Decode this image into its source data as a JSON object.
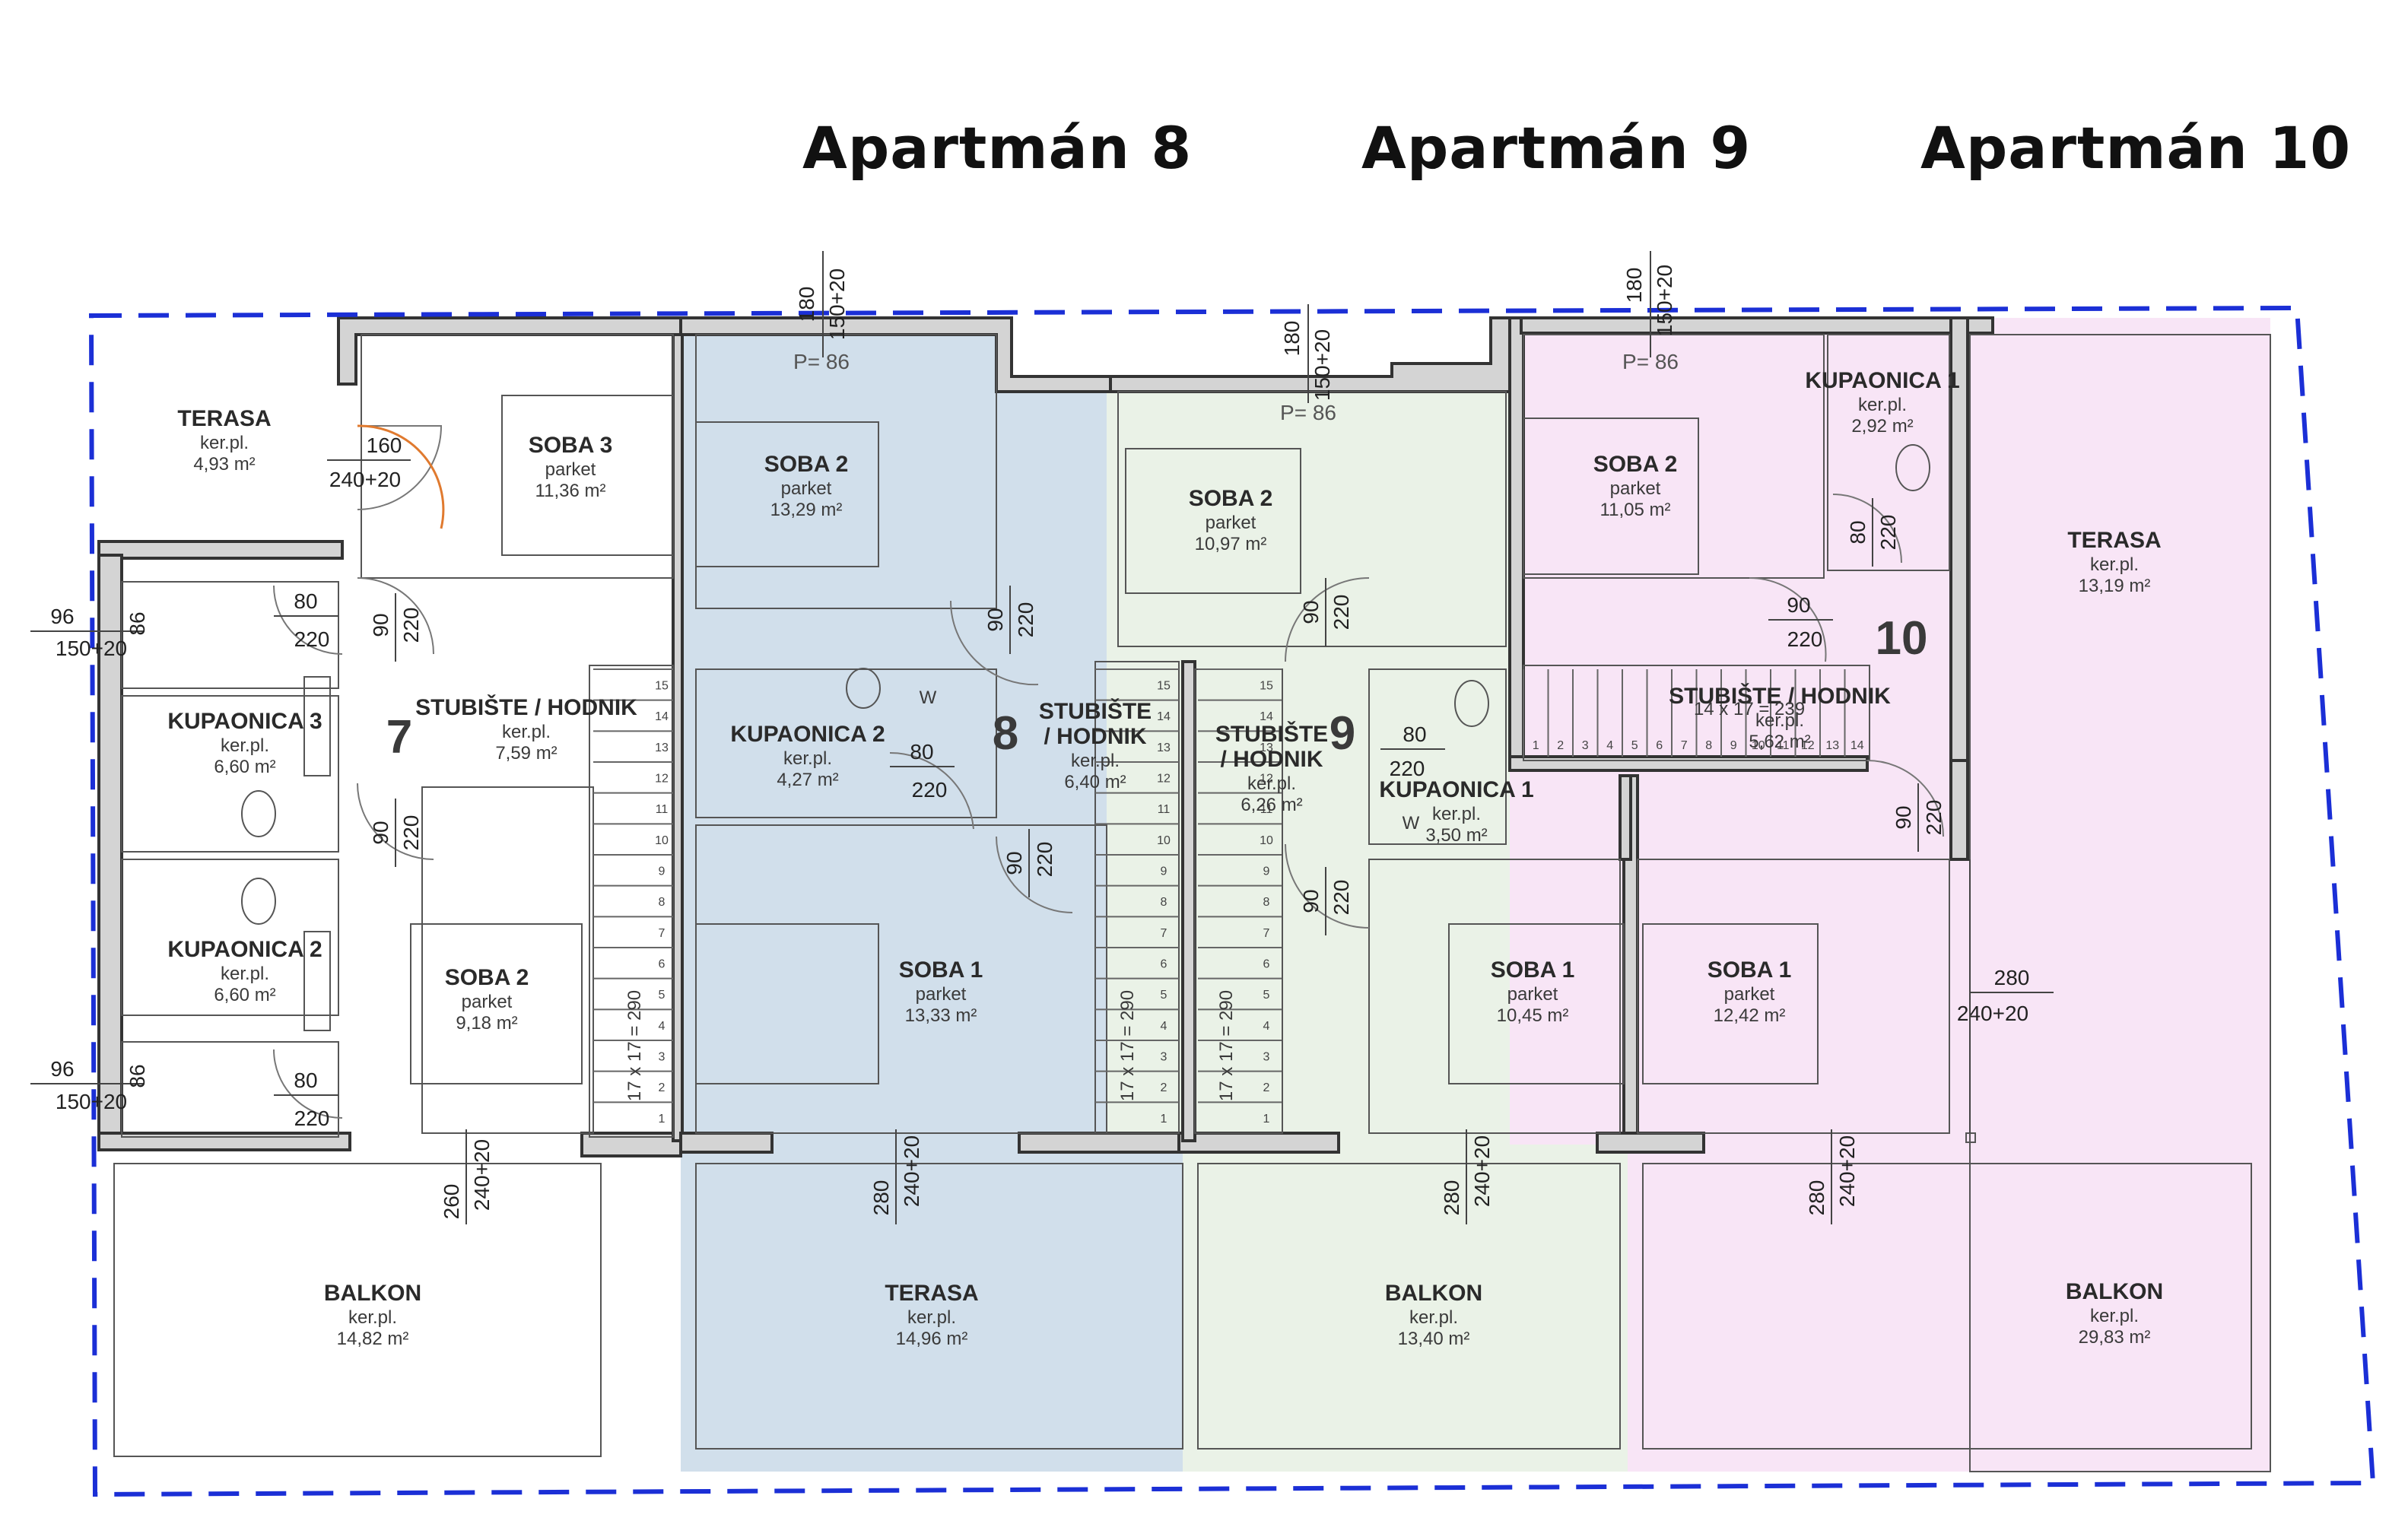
{
  "titles": {
    "apt8": "Apartmán 8",
    "apt9": "Apartmán 9",
    "apt10": "Apartmán 10"
  },
  "colors": {
    "boundary": "#1b2fd6",
    "apt8_fill": "#c9d9e8",
    "apt9_fill": "#e6f0e3",
    "apt10_fill": "#f6dcf3",
    "door_arc_highlight": "#e07a2f"
  },
  "unit_numbers": {
    "u7": "7",
    "u8": "8",
    "u9": "9",
    "u10": "10"
  },
  "rooms": {
    "a7_terasa": {
      "name": "TERASA",
      "floor": "ker.pl.",
      "area": "4,93 m²"
    },
    "a7_soba3": {
      "name": "SOBA 3",
      "floor": "parket",
      "area": "11,36 m²"
    },
    "a7_kup3": {
      "name": "KUPAONICA 3",
      "floor": "ker.pl.",
      "area": "6,60 m²"
    },
    "a7_stub": {
      "name": "STUBIŠTE / HODNIK",
      "floor": "ker.pl.",
      "area": "7,59 m²"
    },
    "a7_kup2": {
      "name": "KUPAONICA 2",
      "floor": "ker.pl.",
      "area": "6,60 m²"
    },
    "a7_soba2": {
      "name": "SOBA 2",
      "floor": "parket",
      "area": "9,18 m²"
    },
    "a7_balkon": {
      "name": "BALKON",
      "floor": "ker.pl.",
      "area": "14,82 m²"
    },
    "a8_soba2": {
      "name": "SOBA 2",
      "floor": "parket",
      "area": "13,29 m²"
    },
    "a8_kup2": {
      "name": "KUPAONICA 2",
      "floor": "ker.pl.",
      "area": "4,27 m²"
    },
    "a8_stub_l1": "STUBIŠTE",
    "a8_stub_l2": "/ HODNIK",
    "a8_stub": {
      "floor": "ker.pl.",
      "area": "6,40 m²"
    },
    "a8_soba1": {
      "name": "SOBA 1",
      "floor": "parket",
      "area": "13,33 m²"
    },
    "a8_terasa": {
      "name": "TERASA",
      "floor": "ker.pl.",
      "area": "14,96 m²"
    },
    "a9_soba2": {
      "name": "SOBA 2",
      "floor": "parket",
      "area": "10,97 m²"
    },
    "a9_stub_l1": "STUBIŠTE",
    "a9_stub_l2": "/ HODNIK",
    "a9_stub": {
      "floor": "ker.pl.",
      "area": "6,26 m²"
    },
    "a9_kup1": {
      "name": "KUPAONICA 1",
      "floor": "ker.pl.",
      "area": "3,50 m²"
    },
    "a9_soba1": {
      "name": "SOBA 1",
      "floor": "parket",
      "area": "10,45 m²"
    },
    "a9_balkon": {
      "name": "BALKON",
      "floor": "ker.pl.",
      "area": "13,40 m²"
    },
    "a10_soba2": {
      "name": "SOBA 2",
      "floor": "parket",
      "area": "11,05 m²"
    },
    "a10_kup1": {
      "name": "KUPAONICA 1",
      "floor": "ker.pl.",
      "area": "2,92 m²"
    },
    "a10_terasa": {
      "name": "TERASA",
      "floor": "ker.pl.",
      "area": "13,19 m²"
    },
    "a10_stub": {
      "name": "STUBIŠTE / HODNIK",
      "floor": "ker.pl.",
      "area": "5,62 m²"
    },
    "a10_soba1": {
      "name": "SOBA 1",
      "floor": "parket",
      "area": "12,42 m²"
    },
    "a10_balkon": {
      "name": "BALKON",
      "floor": "ker.pl.",
      "area": "29,83 m²"
    }
  },
  "notes": {
    "p86": "P= 86",
    "stair_a7": "17 x 17 = 290",
    "stair_a8": "17 x 17 = 290",
    "stair_a9": "17 x 17 = 290",
    "stair_a10": "14 x 17 = 239",
    "w": "W"
  },
  "dims": {
    "d180": "180",
    "d150_20": "150+20",
    "d160": "160",
    "d240_20": "240+20",
    "d96": "96",
    "d86": "86",
    "d80": "80",
    "d220": "220",
    "d90": "90",
    "d260": "260",
    "d280": "280"
  },
  "stair_steps": [
    "15",
    "14",
    "13",
    "12",
    "11",
    "10",
    "9",
    "8",
    "7",
    "6",
    "5",
    "4",
    "3",
    "2",
    "1"
  ],
  "stair_steps_a10": [
    "1",
    "2",
    "3",
    "4",
    "5",
    "6",
    "7",
    "8",
    "9",
    "10",
    "11",
    "12",
    "13",
    "14"
  ]
}
